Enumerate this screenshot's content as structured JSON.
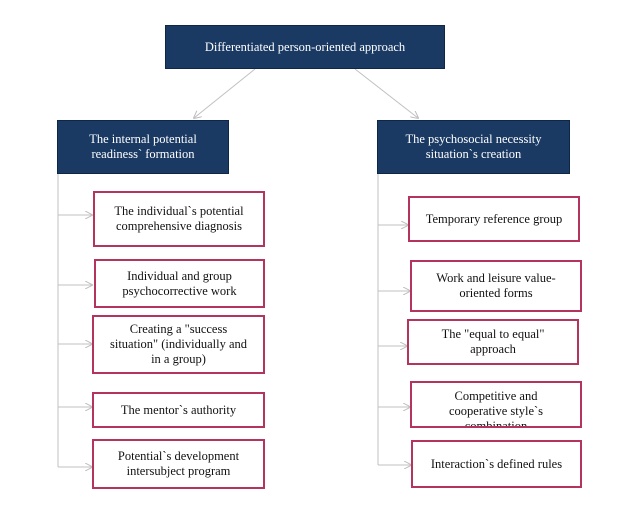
{
  "diagram": {
    "root": "Differentiated person-oriented approach",
    "left_branch": {
      "title": "The internal potential\nreadiness` formation",
      "items": [
        "The individual`s potential\ncomprehensive diagnosis",
        "Individual and group\npsychocorrective work",
        "Creating a \"success\nsituation\" (individually and\nin a group)",
        "The mentor`s authority",
        "Potential`s development\nintersubject program"
      ]
    },
    "right_branch": {
      "title": "The psychosocial necessity\nsituation`s creation",
      "items": [
        "Temporary reference group",
        "Work and leisure value-\noriented forms",
        "The \"equal to equal\"\napproach",
        "Competitive and\ncooperative style`s\ncombination",
        "Interaction`s defined rules"
      ]
    },
    "colors": {
      "header_fill": "#1a3a64",
      "item_border": "#b4345e",
      "connector": "#c0c0c0"
    }
  }
}
